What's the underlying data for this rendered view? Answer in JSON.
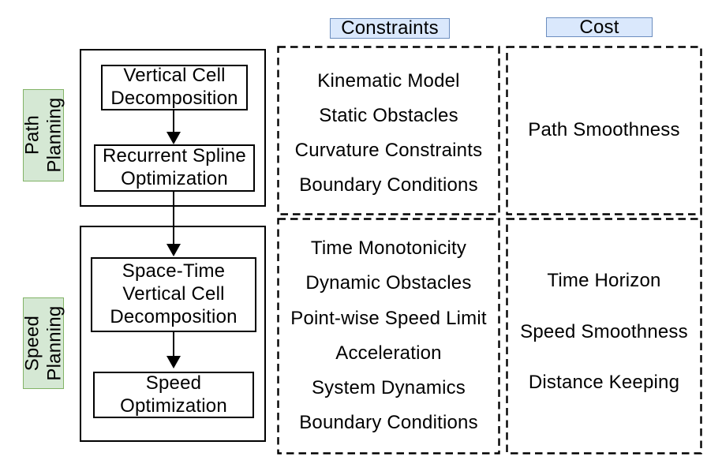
{
  "colors": {
    "row_label_fill": "#d5e8d4",
    "row_label_stroke": "#82b366",
    "header_fill": "#dae8fc",
    "header_stroke": "#6c8ebf",
    "line": "#000000",
    "background": "#ffffff"
  },
  "row_labels": [
    {
      "text": "Path\nPlanning"
    },
    {
      "text": "Speed\nPlanning"
    }
  ],
  "headers": {
    "constraints": "Constraints",
    "cost": "Cost"
  },
  "pipeline": {
    "path": {
      "steps": [
        {
          "text": "Vertical Cell\nDecomposition"
        },
        {
          "text": "Recurrent Spline\nOptimization"
        }
      ]
    },
    "speed": {
      "steps": [
        {
          "text": "Space-Time\nVertical Cell\nDecomposition"
        },
        {
          "text": "Speed\nOptimization"
        }
      ]
    }
  },
  "constraints": {
    "path": [
      "Kinematic Model",
      "Static Obstacles",
      "Curvature Constraints",
      "Boundary Conditions"
    ],
    "speed": [
      "Time Monotonicity",
      "Dynamic Obstacles",
      "Point-wise Speed Limit",
      "Acceleration",
      "System Dynamics",
      "Boundary Conditions"
    ]
  },
  "costs": {
    "path": [
      "Path Smoothness"
    ],
    "speed": [
      "Time Horizon",
      "Speed Smoothness",
      "Distance Keeping"
    ]
  }
}
